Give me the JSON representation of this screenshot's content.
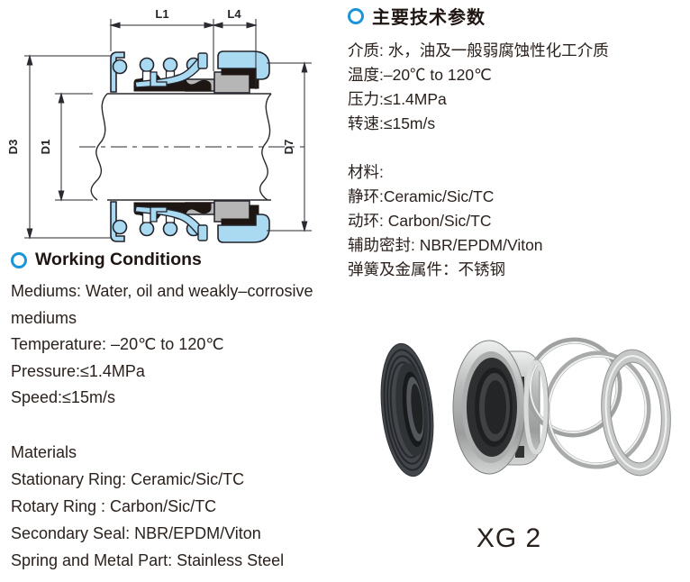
{
  "accent_blue": "#1b95d8",
  "diagram": {
    "labels": {
      "l1": "L1",
      "l4": "L4",
      "d3": "D3",
      "d1": "D1",
      "d7": "D7"
    },
    "colors": {
      "component_blue": "#a9daf1",
      "component_gray": "#b6b6b6",
      "component_black": "#1d1613",
      "line": "#2a2a31"
    }
  },
  "tech_params_cn": {
    "title": "主要技术参数",
    "lines": [
      "介质: 水，油及一般弱腐蚀性化工介质",
      "温度:–20℃ to 120℃",
      "压力:≤1.4MPa",
      "转速:≤15m/s"
    ],
    "materials_title": "材料:",
    "materials_lines": [
      "静环:Ceramic/Sic/TC",
      "动环: Carbon/Sic/TC",
      "辅助密封: NBR/EPDM/Viton",
      "弹簧及金属件：不锈钢"
    ]
  },
  "working_conditions": {
    "title": "Working Conditions",
    "lines": [
      "Mediums: Water, oil and weakly–corrosive",
      "mediums",
      "Temperature: –20℃ to 120℃",
      "Pressure:≤1.4MPa",
      "Speed:≤15m/s"
    ]
  },
  "materials_en": {
    "title": "Materials",
    "lines": [
      "Stationary Ring: Ceramic/Sic/TC",
      "Rotary Ring : Carbon/Sic/TC",
      "Secondary Seal: NBR/EPDM/Viton",
      "Spring and Metal Part: Stainless Steel"
    ]
  },
  "product": {
    "model": "XG 2"
  }
}
